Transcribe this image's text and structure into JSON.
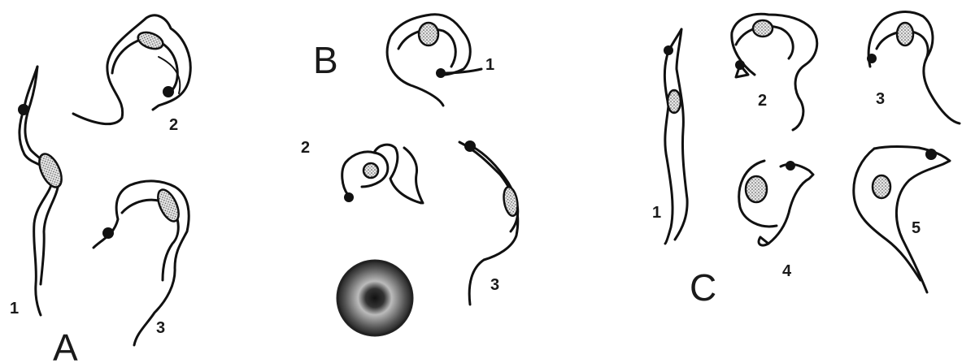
{
  "figure": {
    "panels": [
      {
        "letter": "A",
        "labels": [
          "1",
          "2",
          "3"
        ]
      },
      {
        "letter": "B",
        "labels": [
          "1",
          "2",
          "3"
        ]
      },
      {
        "letter": "C",
        "labels": [
          "1",
          "2",
          "3",
          "4",
          "5"
        ]
      }
    ]
  },
  "colors": {
    "ink": "#111111",
    "background": "#ffffff"
  }
}
